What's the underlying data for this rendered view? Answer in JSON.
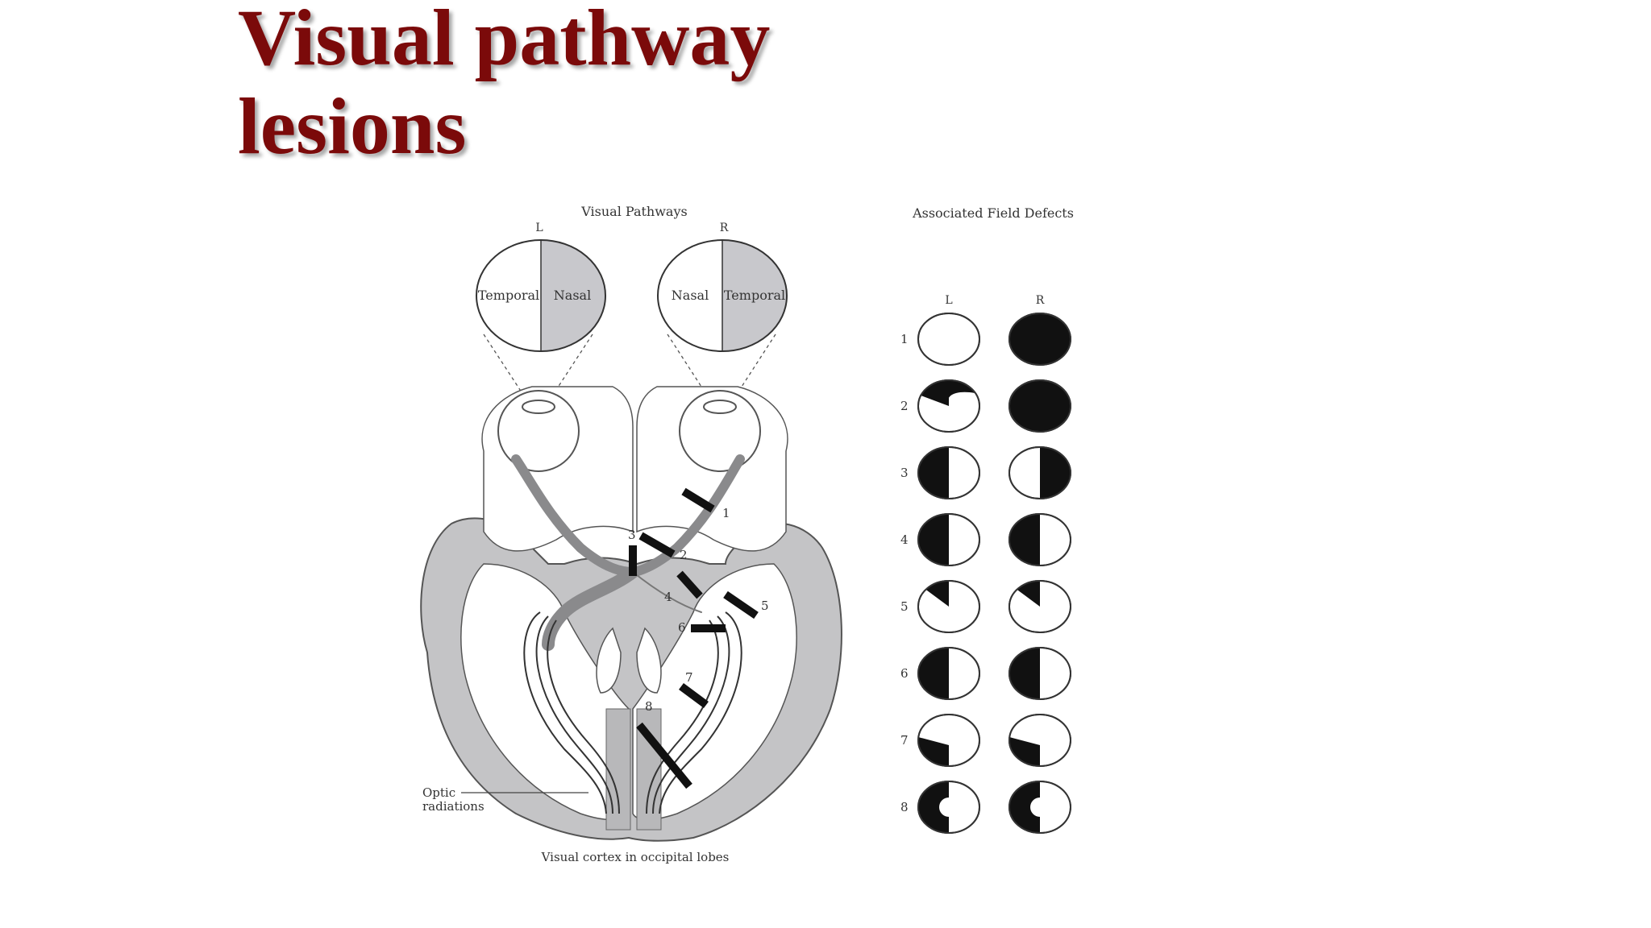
{
  "title": {
    "line1": "Visual pathway",
    "line2": "lesions"
  },
  "diagram": {
    "heading": "Visual Pathways",
    "eye_left": "L",
    "eye_right": "R",
    "left_temporal": "Temporal",
    "left_nasal": "Nasal",
    "right_nasal": "Nasal",
    "right_temporal": "Temporal",
    "optic_radiations_line1": "Optic",
    "optic_radiations_line2": "radiations",
    "visual_cortex": "Visual cortex in occipital lobes",
    "lesion_numbers": [
      "1",
      "2",
      "3",
      "4",
      "5",
      "6",
      "7",
      "8"
    ]
  },
  "field_defects": {
    "heading": "Associated Field Defects",
    "col_left": "L",
    "col_right": "R",
    "rows": [
      {
        "num": "1",
        "left": "normal",
        "right": "complete loss"
      },
      {
        "num": "2",
        "left": "right upper temporal wedge",
        "right": "complete loss"
      },
      {
        "num": "3",
        "left": "temporal half",
        "right": "temporal half"
      },
      {
        "num": "4",
        "left": "left half",
        "right": "left half"
      },
      {
        "num": "5",
        "left": "left upper wedge",
        "right": "left upper wedge"
      },
      {
        "num": "6",
        "left": "left half",
        "right": "left half"
      },
      {
        "num": "7",
        "left": "left lower quadrant",
        "right": "left lower quadrant"
      },
      {
        "num": "8",
        "left": "left half, macula spared",
        "right": "left half, macula spared"
      }
    ]
  },
  "colors": {
    "title": "#7b0a0a",
    "nasal_fill": "#c8c8cc",
    "brain_fill": "#c4c4c6",
    "defect": "#111111"
  }
}
